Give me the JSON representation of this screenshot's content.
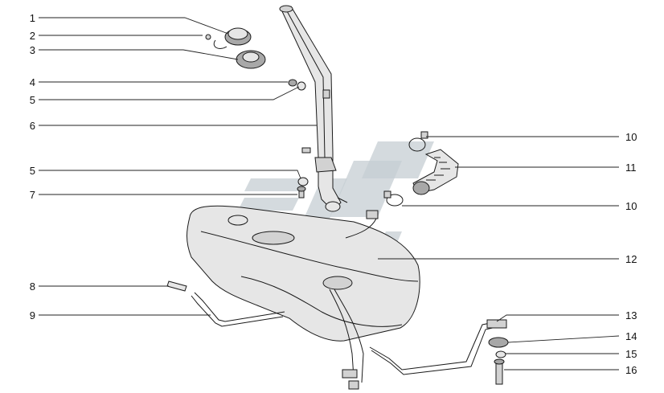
{
  "callouts": {
    "c1": "1",
    "c2": "2",
    "c3": "3",
    "c4": "4",
    "c5a": "5",
    "c6": "6",
    "c5b": "5",
    "c7": "7",
    "c8": "8",
    "c9": "9",
    "c10a": "10",
    "c11": "11",
    "c10b": "10",
    "c12": "12",
    "c13": "13",
    "c14": "14",
    "c15": "15",
    "c16": "16"
  },
  "colors": {
    "line": "#222222",
    "part_fill": "#d2d2d2",
    "watermark": "#c5cdd3"
  }
}
